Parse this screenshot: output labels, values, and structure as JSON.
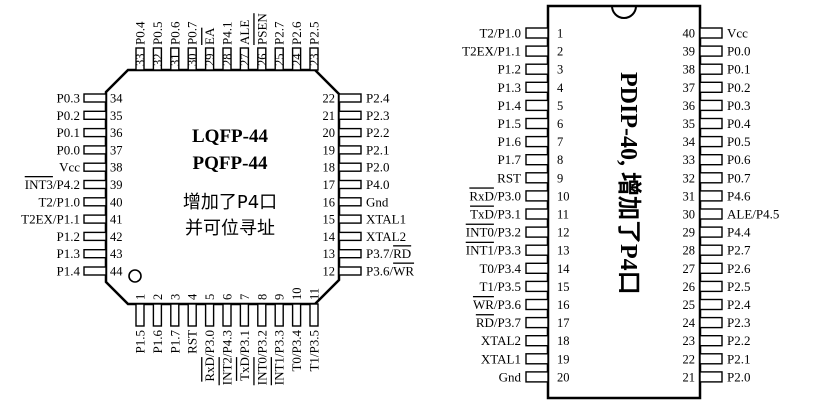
{
  "lqfp": {
    "title1": "LQFP-44",
    "title2": "PQFP-44",
    "note1": "增加了P4口",
    "note2": "并可位寻址",
    "left": [
      [
        "34",
        "P0.3"
      ],
      [
        "35",
        "P0.2"
      ],
      [
        "36",
        "P0.1"
      ],
      [
        "37",
        "P0.0"
      ],
      [
        "38",
        "Vcc"
      ],
      [
        "39",
        "INT3/P4.2"
      ],
      [
        "40",
        "T2/P1.0"
      ],
      [
        "41",
        "T2EX/P1.1"
      ],
      [
        "42",
        "P1.2"
      ],
      [
        "43",
        "P1.3"
      ],
      [
        "44",
        "P1.4"
      ]
    ],
    "right": [
      [
        "22",
        "P2.4"
      ],
      [
        "21",
        "P2.3"
      ],
      [
        "20",
        "P2.2"
      ],
      [
        "19",
        "P2.1"
      ],
      [
        "18",
        "P2.0"
      ],
      [
        "17",
        "P4.0"
      ],
      [
        "16",
        "Gnd"
      ],
      [
        "15",
        "XTAL1"
      ],
      [
        "14",
        "XTAL2"
      ],
      [
        "13",
        "P3.7/RD"
      ],
      [
        "12",
        "P3.6/WR"
      ]
    ],
    "top": [
      [
        "33",
        "P0.4"
      ],
      [
        "32",
        "P0.5"
      ],
      [
        "31",
        "P0.6"
      ],
      [
        "30",
        "P0.7"
      ],
      [
        "29",
        "EA"
      ],
      [
        "28",
        "P4.1"
      ],
      [
        "27",
        "ALE"
      ],
      [
        "26",
        "PSEN"
      ],
      [
        "25",
        "P2.7"
      ],
      [
        "24",
        "P2.6"
      ],
      [
        "23",
        "P2.5"
      ]
    ],
    "bottom": [
      [
        "1",
        "P1.5"
      ],
      [
        "2",
        "P1.6"
      ],
      [
        "3",
        "P1.7"
      ],
      [
        "4",
        "RST"
      ],
      [
        "5",
        "RxD/P3.0"
      ],
      [
        "6",
        "INT2/P4.3"
      ],
      [
        "7",
        "TxD/P3.1"
      ],
      [
        "8",
        "INT0/P3.2"
      ],
      [
        "9",
        "INT1/P3.3"
      ],
      [
        "10",
        "T0/P3.4"
      ],
      [
        "11",
        "T1/P3.5"
      ]
    ]
  },
  "pdip": {
    "title": "PDIP-40, 增加了P4口",
    "left": [
      [
        "1",
        "T2/P1.0"
      ],
      [
        "2",
        "T2EX/P1.1"
      ],
      [
        "3",
        "P1.2"
      ],
      [
        "4",
        "P1.3"
      ],
      [
        "5",
        "P1.4"
      ],
      [
        "6",
        "P1.5"
      ],
      [
        "7",
        "P1.6"
      ],
      [
        "8",
        "P1.7"
      ],
      [
        "9",
        "RST"
      ],
      [
        "10",
        "RxD/P3.0"
      ],
      [
        "11",
        "TxD/P3.1"
      ],
      [
        "12",
        "INT0/P3.2"
      ],
      [
        "13",
        "INT1/P3.3"
      ],
      [
        "14",
        "T0/P3.4"
      ],
      [
        "15",
        "T1/P3.5"
      ],
      [
        "16",
        "WR/P3.6"
      ],
      [
        "17",
        "RD/P3.7"
      ],
      [
        "18",
        "XTAL2"
      ],
      [
        "19",
        "XTAL1"
      ],
      [
        "20",
        "Gnd"
      ]
    ],
    "right": [
      [
        "40",
        "Vcc"
      ],
      [
        "39",
        "P0.0"
      ],
      [
        "38",
        "P0.1"
      ],
      [
        "37",
        "P0.2"
      ],
      [
        "36",
        "P0.3"
      ],
      [
        "35",
        "P0.4"
      ],
      [
        "34",
        "P0.5"
      ],
      [
        "33",
        "P0.6"
      ],
      [
        "32",
        "P0.7"
      ],
      [
        "31",
        "P4.6"
      ],
      [
        "30",
        "ALE/P4.5"
      ],
      [
        "29",
        "P4.4"
      ],
      [
        "28",
        "P2.7"
      ],
      [
        "27",
        "P2.6"
      ],
      [
        "26",
        "P2.5"
      ],
      [
        "25",
        "P2.4"
      ],
      [
        "24",
        "P2.3"
      ],
      [
        "23",
        "P2.2"
      ],
      [
        "22",
        "P2.1"
      ],
      [
        "21",
        "P2.0"
      ]
    ]
  }
}
